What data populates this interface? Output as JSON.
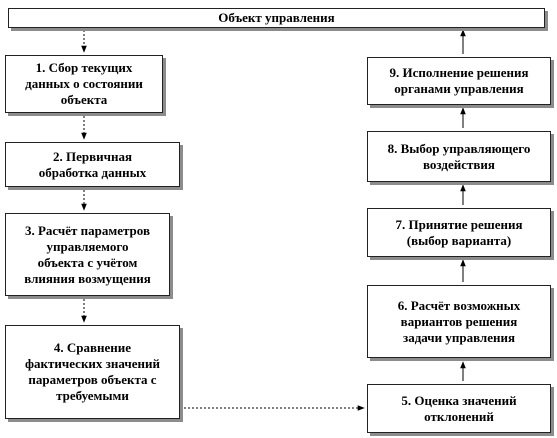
{
  "diagram": {
    "object": "Объект управления",
    "steps": [
      "1. Сбор текущих\nданных о состоянии\nобъекта",
      "2. Первичная\nобработка данных",
      "3. Расчёт параметров\nуправляемого\nобъекта с учётом\nвлияния возмущения",
      "4. Сравнение\nфактических значений\nпараметров объекта с\nтребуемыми",
      "5. Оценка значений\nотклонений",
      "6. Расчёт возможных\nвариантов решения\nзадачи управления",
      "7. Принятие решения\n(выбор варианта)",
      "8. Выбор управляющего\nвоздействия",
      "9. Исполнение решения\nорганами управления"
    ]
  }
}
